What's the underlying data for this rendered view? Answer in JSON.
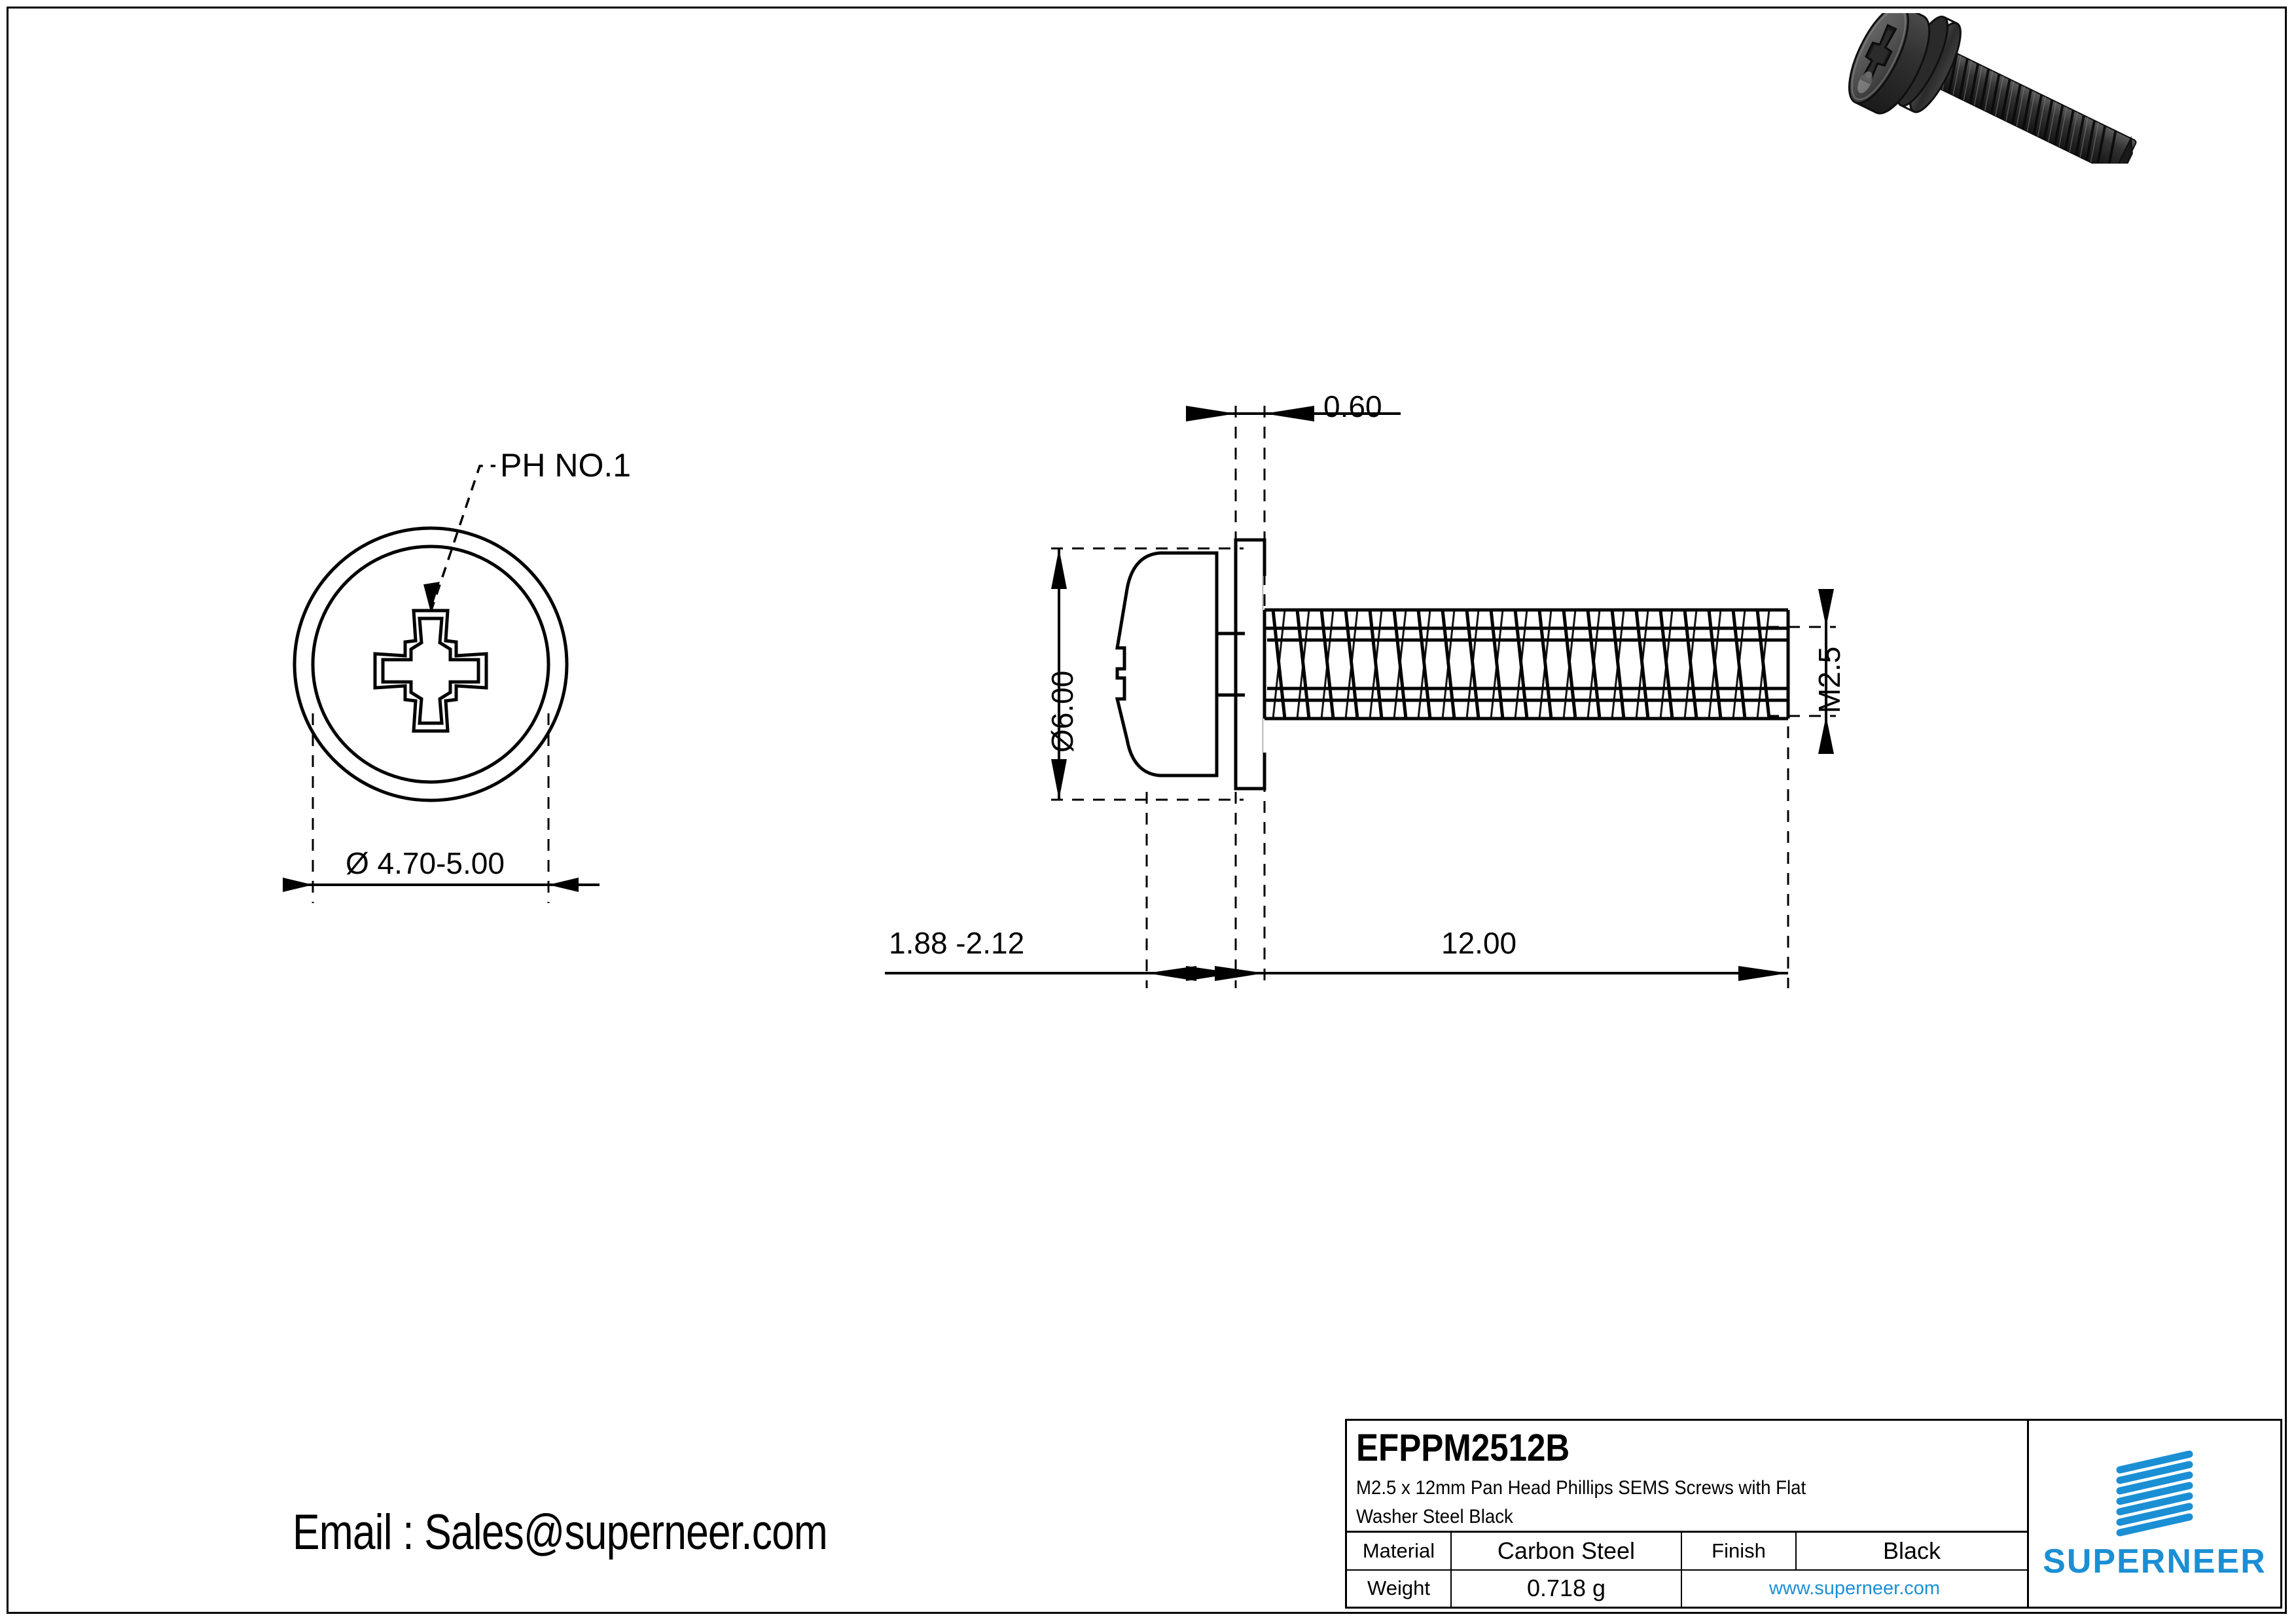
{
  "sheet": {
    "background": "#ffffff",
    "line_color": "#000000",
    "accent_color": "#1B8FD4"
  },
  "render_3d": {
    "name": "screw-isometric-render",
    "description": "Pan head Phillips SEMS screw with flat washer, black finish",
    "body_color": "#3a3a3a",
    "highlight_color": "#6e6e6e",
    "shadow_color": "#1c1c1c"
  },
  "views": {
    "top_view": {
      "name": "top-view-phillips-recess",
      "leader_label": "PH NO.1",
      "dimension": "Ø 4.70-5.00"
    },
    "side_view": {
      "name": "side-section-view",
      "washer_thickness": "0.60",
      "head_diameter": "Ø6.00",
      "head_height": "1.88 -2.12",
      "thread_length": "12.00",
      "thread_spec": "M2.5"
    }
  },
  "contact": {
    "email_line": "Email : Sales@superneer.com"
  },
  "title_block": {
    "part_number": "EFPPM2512B",
    "description_line1": "M2.5 x 12mm Pan Head Phillips SEMS Screws with  Flat",
    "description_line2": "Washer Steel Black",
    "material_label": "Material",
    "material_value": "Carbon Steel",
    "finish_label": "Finish",
    "finish_value": "Black",
    "weight_label": "Weight",
    "weight_value": "0.718 g",
    "website": "www.superneer.com",
    "brand": "SUPERNEER"
  }
}
